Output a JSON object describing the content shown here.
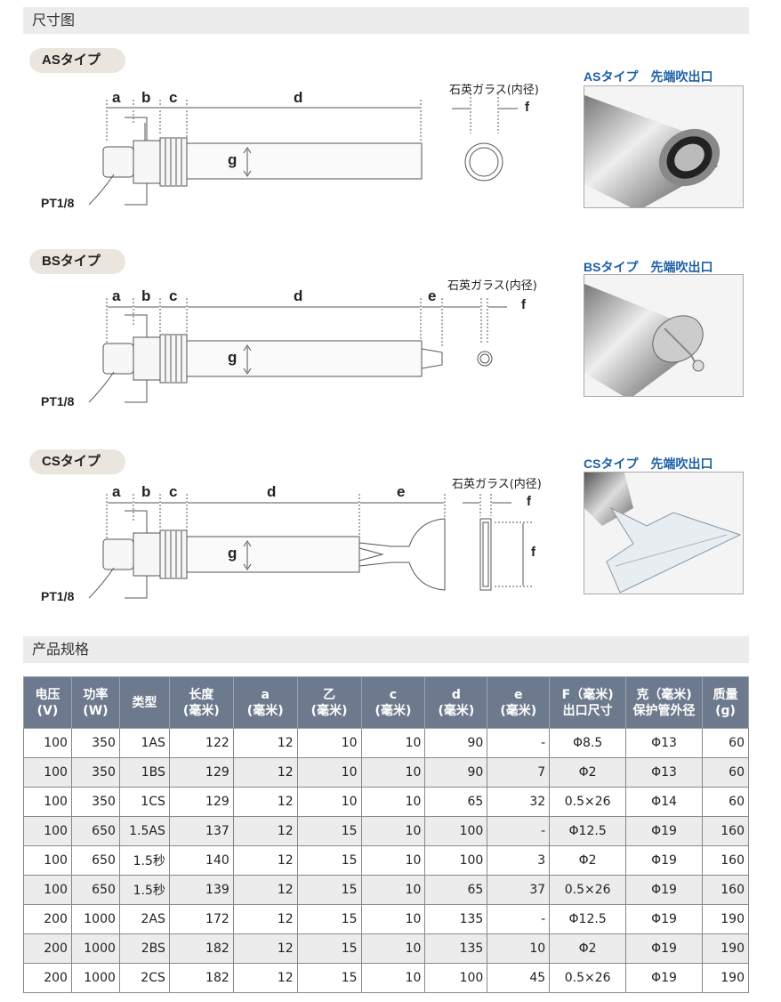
{
  "section_dimension": "尺寸图",
  "section_specs": "产品规格",
  "types": [
    {
      "pill": "ASタイプ",
      "labels": {
        "a": "a",
        "b": "b",
        "c": "c",
        "d": "d",
        "g": "g",
        "f": "f"
      },
      "glass": "石英ガラス(内径)",
      "pt": "PT1/8",
      "photo_title": "ASタイプ　先端吹出口"
    },
    {
      "pill": "BSタイプ",
      "labels": {
        "a": "a",
        "b": "b",
        "c": "c",
        "d": "d",
        "e": "e",
        "g": "g",
        "f": "f"
      },
      "glass": "石英ガラス(内径)",
      "pt": "PT1/8",
      "photo_title": "BSタイプ　先端吹出口"
    },
    {
      "pill": "CSタイプ",
      "labels": {
        "a": "a",
        "b": "b",
        "c": "c",
        "d": "d",
        "e": "e",
        "g": "g",
        "f": "f",
        "f2": "f"
      },
      "glass": "石英ガラス(内径)",
      "pt": "PT1/8",
      "photo_title": "CSタイプ　先端吹出口"
    }
  ],
  "table": {
    "headers": [
      [
        "电压",
        "(V)"
      ],
      [
        "功率",
        "(W)"
      ],
      [
        "类型",
        ""
      ],
      [
        "长度",
        "(毫米)"
      ],
      [
        "a",
        "(毫米)"
      ],
      [
        "乙",
        "(毫米)"
      ],
      [
        "c",
        "(毫米)"
      ],
      [
        "d",
        "(毫米)"
      ],
      [
        "e",
        "(毫米)"
      ],
      [
        "F（毫米)",
        "出口尺寸"
      ],
      [
        "克（毫米)",
        "保护管外径"
      ],
      [
        "质量",
        "(g)"
      ]
    ],
    "rows": [
      [
        "100",
        "350",
        "1AS",
        "122",
        "12",
        "10",
        "10",
        "90",
        "-",
        "Φ8.5",
        "Φ13",
        "60"
      ],
      [
        "100",
        "350",
        "1BS",
        "129",
        "12",
        "10",
        "10",
        "90",
        "7",
        "Φ2",
        "Φ13",
        "60"
      ],
      [
        "100",
        "350",
        "1CS",
        "129",
        "12",
        "10",
        "10",
        "65",
        "32",
        "0.5×26",
        "Φ14",
        "60"
      ],
      [
        "100",
        "650",
        "1.5AS",
        "137",
        "12",
        "15",
        "10",
        "100",
        "-",
        "Φ12.5",
        "Φ19",
        "160"
      ],
      [
        "100",
        "650",
        "1.5秒",
        "140",
        "12",
        "15",
        "10",
        "100",
        "3",
        "Φ2",
        "Φ19",
        "160"
      ],
      [
        "100",
        "650",
        "1.5秒",
        "139",
        "12",
        "15",
        "10",
        "65",
        "37",
        "0.5×26",
        "Φ19",
        "160"
      ],
      [
        "200",
        "1000",
        "2AS",
        "172",
        "12",
        "15",
        "10",
        "135",
        "-",
        "Φ12.5",
        "Φ19",
        "190"
      ],
      [
        "200",
        "1000",
        "2BS",
        "182",
        "12",
        "15",
        "10",
        "135",
        "10",
        "Φ2",
        "Φ19",
        "190"
      ],
      [
        "200",
        "1000",
        "2CS",
        "182",
        "12",
        "15",
        "10",
        "100",
        "45",
        "0.5×26",
        "Φ19",
        "190"
      ]
    ]
  }
}
